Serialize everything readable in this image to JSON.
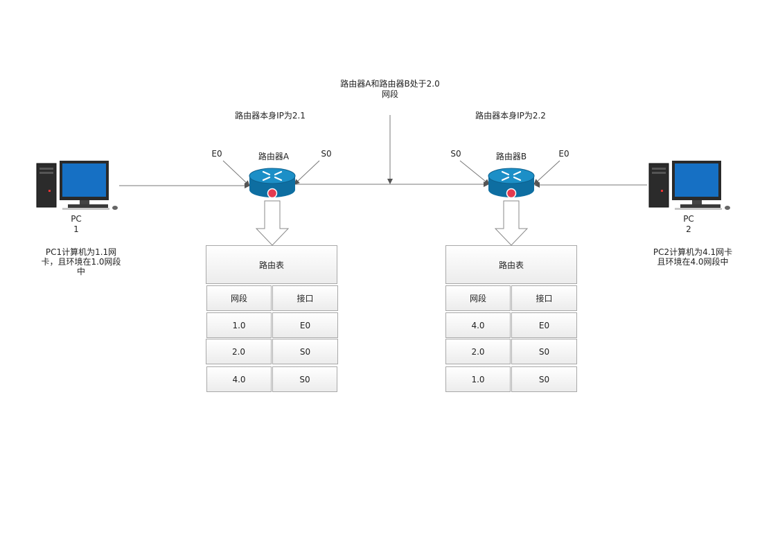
{
  "colors": {
    "router_blue": "#1c8fc7",
    "router_dark": "#0e6ea1",
    "router_red": "#e53a4f",
    "monitor_blue": "#1670c4",
    "line_gray": "#777777"
  },
  "network_label": {
    "line1": "路由器A和路由器B处于2.0",
    "line2": "网段"
  },
  "router_a": {
    "title": "路由器A",
    "ip_note": "路由器本身IP为2.1",
    "port_left": "E0",
    "port_right": "S0",
    "table": {
      "title": "路由表",
      "headers": [
        "网段",
        "接口"
      ],
      "rows": [
        [
          "1.0",
          "E0"
        ],
        [
          "2.0",
          "S0"
        ],
        [
          "4.0",
          "S0"
        ]
      ]
    }
  },
  "router_b": {
    "title": "路由器B",
    "ip_note": "路由器本身IP为2.2",
    "port_left": "S0",
    "port_right": "E0",
    "table": {
      "title": "路由表",
      "headers": [
        "网段",
        "接口"
      ],
      "rows": [
        [
          "4.0",
          "E0"
        ],
        [
          "2.0",
          "S0"
        ],
        [
          "1.0",
          "S0"
        ]
      ]
    }
  },
  "pc1": {
    "label_line1": "PC",
    "label_line2": "1",
    "note": "PC1计算机为1.1网卡，且环境在1.0网段中"
  },
  "pc2": {
    "label_line1": "PC",
    "label_line2": "2",
    "note": "PC2计算机为4.1网卡且环境在4.0网段中"
  }
}
